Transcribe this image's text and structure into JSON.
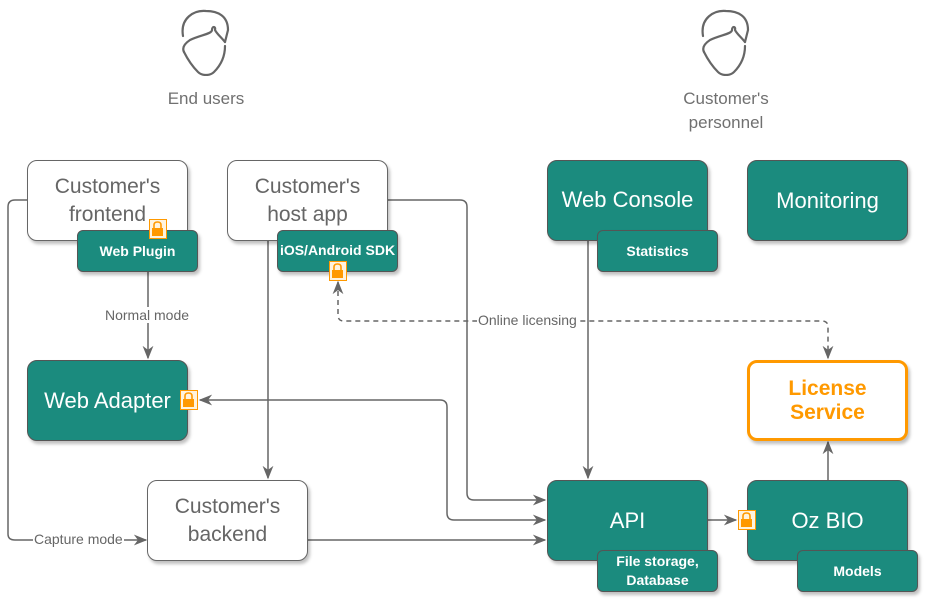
{
  "actors": {
    "end_users": {
      "label": "End users",
      "icon": "person-icon"
    },
    "personnel": {
      "label": "Customer's personnel",
      "line1": "Customer's",
      "line2": "personnel",
      "icon": "person-icon"
    }
  },
  "nodes": {
    "frontend": {
      "line1": "Customer's",
      "line2": "frontend"
    },
    "web_plugin": {
      "label": "Web Plugin"
    },
    "host_app": {
      "line1": "Customer's",
      "line2": "host app"
    },
    "sdk": {
      "label": "iOS/Android SDK"
    },
    "web_console": {
      "label": "Web Console"
    },
    "statistics": {
      "label": "Statistics"
    },
    "monitoring": {
      "label": "Monitoring"
    },
    "web_adapter": {
      "label": "Web Adapter"
    },
    "license_service": {
      "label": "License Service"
    },
    "backend": {
      "line1": "Customer's",
      "line2": "backend"
    },
    "api": {
      "label": "API"
    },
    "file_storage": {
      "line1": "File storage,",
      "line2": "Database"
    },
    "oz_bio": {
      "label": "Oz BIO"
    },
    "models": {
      "label": "Models"
    }
  },
  "edges": {
    "normal_mode": "Normal mode",
    "online_licensing": "Online licensing",
    "capture_mode": "Capture mode"
  },
  "colors": {
    "teal": "#1b8b7e",
    "orange": "#ff9900",
    "gray": "#666666"
  }
}
